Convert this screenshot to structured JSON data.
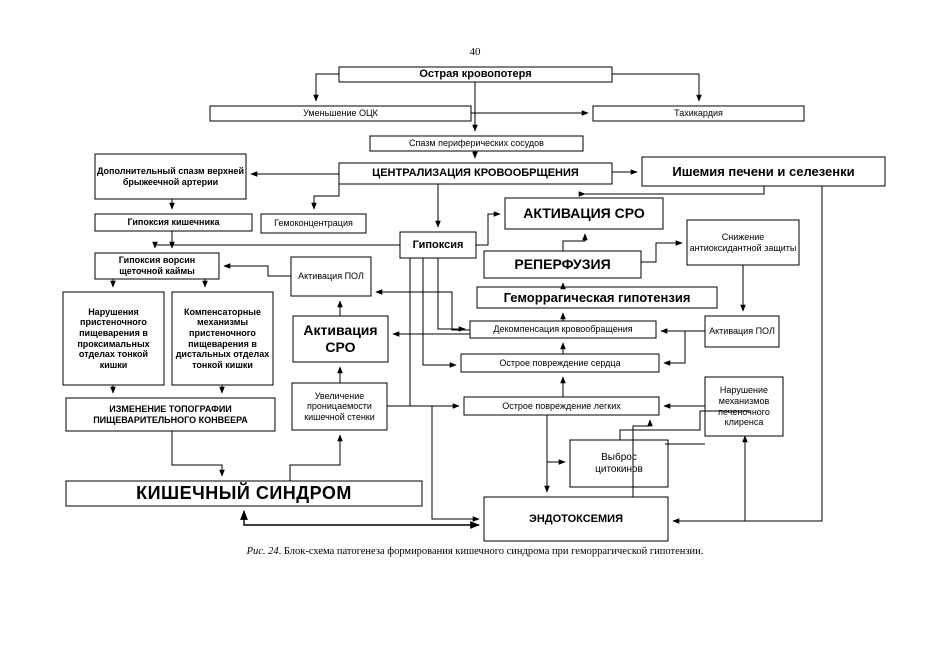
{
  "page_number": "40",
  "caption": {
    "prefix": "Рис. 24",
    "text": ". Блок-схема патогенеза формирования кишечного синдрома при геморрагической гипотензии."
  },
  "nodes": {
    "acute_blood_loss": "Острая кровопотеря",
    "bcv_decrease": "Уменьшение ОЦК",
    "tachycardia": "Тахикардия",
    "peripheral_spasm": "Спазм периферических сосудов",
    "centralization": "ЦЕНТРАЛИЗАЦИЯ КРОВООБРЩЕНИЯ",
    "liver_spleen_ischemia": "Ишемия печени и селезенки",
    "mesenteric_spasm": "Дополнительный спазм верхней брыжеечной артерии",
    "intestinal_hypoxia": "Гипоксия кишечника",
    "hemoconcentration": "Гемоконцентрация",
    "hypoxia": "Гипоксия",
    "sro_activation_top": "АКТИВАЦИЯ СРО",
    "antioxidant_decrease": "Снижение антиоксидантной защиты",
    "villi_hypoxia": "Гипоксия ворсин щеточной каймы",
    "pol_activation_left": "Активация ПОЛ",
    "reperfusion": "РЕПЕРФУЗИЯ",
    "hemorrhagic_hypotension": "Геморрагическая гипотензия",
    "parietal_digestion_disorder": "Нарушения пристеночного пищеварения в проксимальных отделах тонкой кишки",
    "compensatory_mechanisms": "Компенсаторные механизмы пристеночного пищеварения в дистальных отделах тонкой кишки",
    "sro_activation_mid": "Активация СРО",
    "decompensation": "Декомпенсация кровообращения",
    "pol_activation_right": "Активация ПОЛ",
    "heart_injury": "Острое повреждение сердца",
    "permeability_increase": "Увеличение проницаемости кишечной стенки",
    "topography_change": "ИЗМЕНЕНИЕ ТОПОГРАФИИ ПИЩЕВАРИТЕЛЬНОГО КОНВЕЕРА",
    "lung_injury": "Острое повреждение легких",
    "hepatic_clearance_disorder": "Нарушение механизмов печеночного клиренса",
    "cytokine_release": "Выброс цитокинов",
    "intestinal_syndrome": "КИШЕЧНЫЙ СИНДРОМ",
    "endotoxemia": "ЭНДОТОКСЕМИЯ"
  }
}
